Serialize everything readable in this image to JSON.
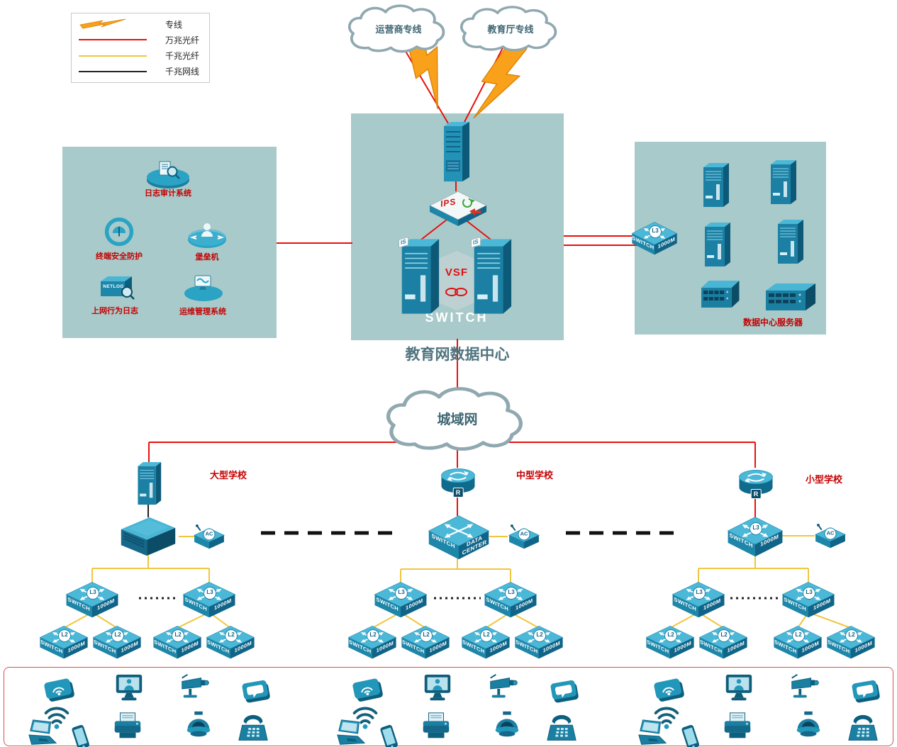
{
  "legend": {
    "items": [
      {
        "label": "专线",
        "type": "lightning"
      },
      {
        "label": "万兆光纤",
        "type": "red-line",
        "color": "#e8100c"
      },
      {
        "label": "千兆光纤",
        "type": "yellow-line",
        "color": "#f0c63f"
      },
      {
        "label": "千兆网线",
        "type": "black-line",
        "color": "#222222"
      }
    ]
  },
  "clouds": {
    "carrier": "运营商专线",
    "education": "教育厅专线",
    "man": "城域网"
  },
  "datacenter": {
    "title": "教育网数据中心",
    "ips": "IPS",
    "vsf": "VSF",
    "switch_text": "SWITCH",
    "server_tag": "IS"
  },
  "security_panel": {
    "items": [
      {
        "label": "日志审计系统"
      },
      {
        "label": "终端安全防护"
      },
      {
        "label": "堡垒机"
      },
      {
        "label": "上网行为日志",
        "device_text": "NETLOG"
      },
      {
        "label": "运维管理系统"
      }
    ]
  },
  "server_panel": {
    "title": "数据中心服务器"
  },
  "switch_labels": {
    "line1": "SWITCH",
    "line2": "1000M",
    "l3": "L3",
    "l2": "L2"
  },
  "ac_label": "AC",
  "router_label": "R",
  "schools": [
    {
      "name": "大型学校"
    },
    {
      "name": "中型学校",
      "core_left": "SWITCH",
      "core_right": "DATA CENTER"
    },
    {
      "name": "小型学校",
      "core_left": "SWITCH",
      "core_right": "1000M",
      "core_badge": "L3"
    }
  ],
  "terminals": {
    "icons": [
      "wlan-ap",
      "wifi-signal",
      "laptop",
      "smartphone",
      "desktop-monitor",
      "printer",
      "cctv-camera",
      "dome-camera",
      "chat-device",
      "telephone"
    ]
  },
  "colors": {
    "panel": "#a9caca",
    "device_light": "#49b6d6",
    "device_mid": "#1d86a9",
    "device_dark": "#0f6488",
    "line_10g": "#e8100c",
    "line_1g_fiber": "#f0c63f",
    "line_1g_copper": "#222222",
    "label_red": "#c40000"
  }
}
